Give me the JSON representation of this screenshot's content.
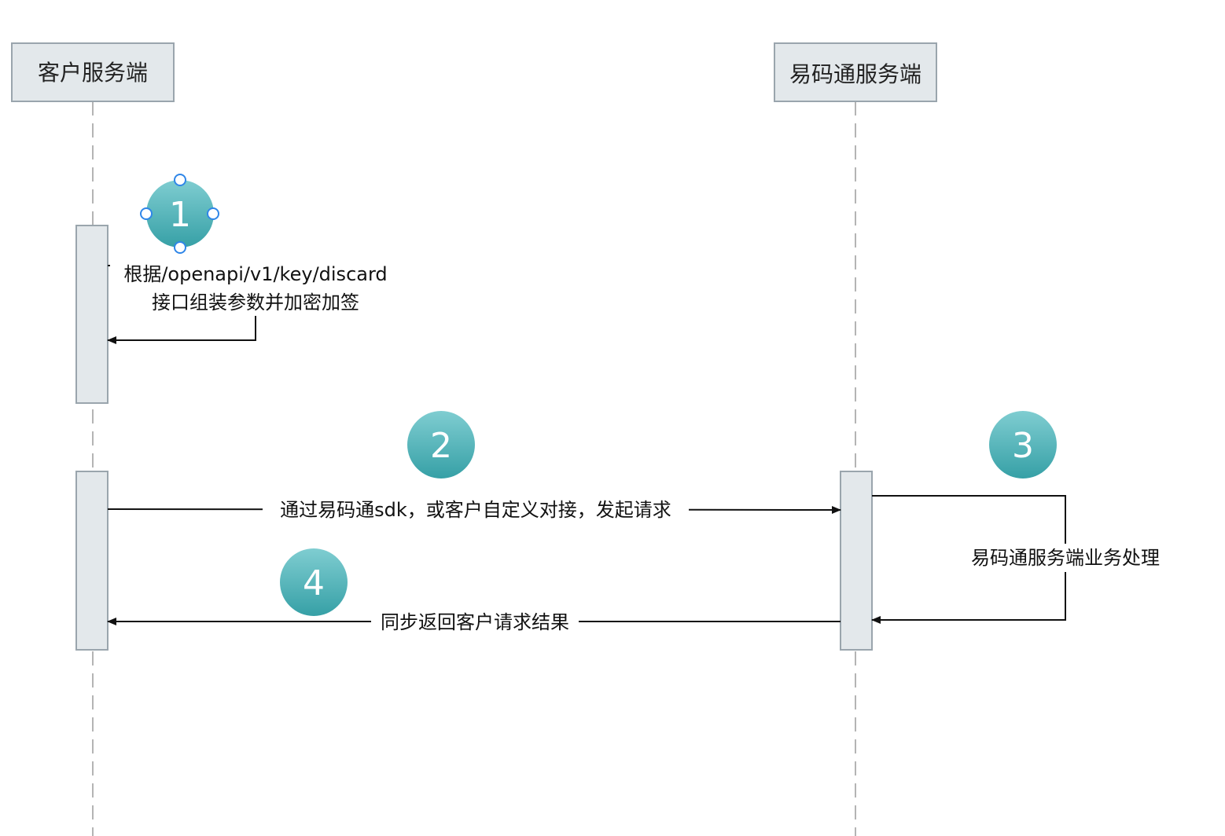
{
  "participants": {
    "client": {
      "label": "客户服务端"
    },
    "server": {
      "label": "易码通服务端"
    }
  },
  "steps": [
    {
      "number": "1",
      "text_line1": "根据/openapi/v1/key/discard",
      "text_line2": "接口组装参数并加密加签"
    },
    {
      "number": "2",
      "text": "通过易码通sdk，或客户自定义对接，发起请求"
    },
    {
      "number": "3",
      "text": "易码通服务端业务处理"
    },
    {
      "number": "4",
      "text": "同步返回客户请求结果"
    }
  ],
  "colors": {
    "participant_fill": "#e3e8eb",
    "participant_stroke": "#9aa5ad",
    "lifeline": "#b4b4b4",
    "arrow": "#111111",
    "step_circle_top": "#7ccbcf",
    "step_circle_bottom": "#3aa3a8",
    "selection_handle": "#2f86e8"
  }
}
